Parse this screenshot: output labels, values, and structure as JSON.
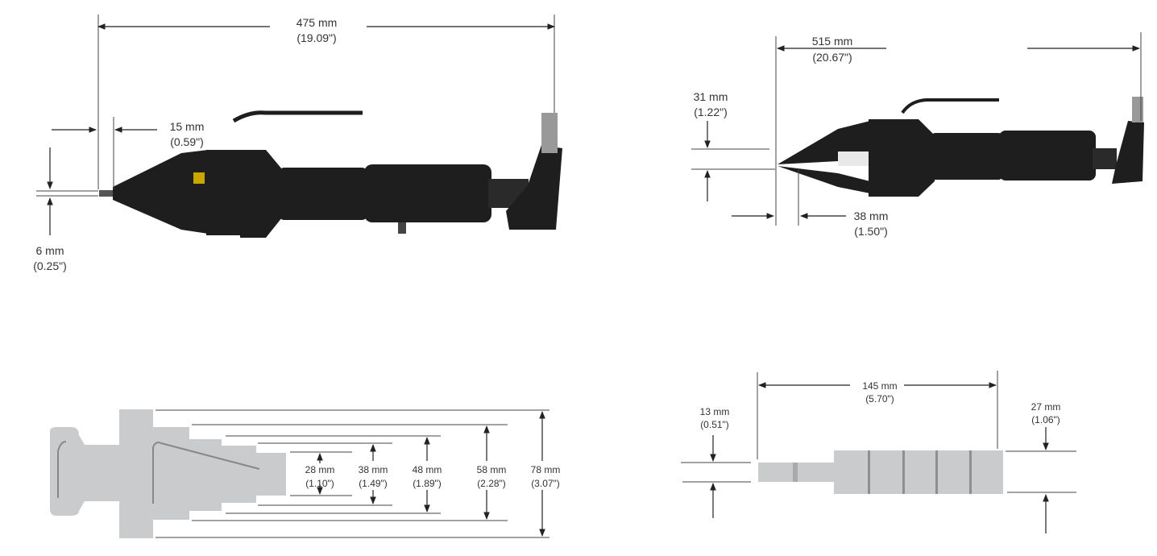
{
  "views": {
    "side_closed": {
      "overall_length": {
        "mm": "475 mm",
        "in": "(19.09\")"
      },
      "tip_length": {
        "mm": "15 mm",
        "in": "(0.59\")"
      },
      "tip_opening": {
        "mm": "6 mm",
        "in": "(0.25\")"
      }
    },
    "side_open": {
      "overall_length": {
        "mm": "515 mm",
        "in": "(20.67\")"
      },
      "opening_height": {
        "mm": "31 mm",
        "in": "(1.22\")"
      },
      "tip_length": {
        "mm": "38 mm",
        "in": "(1.50\")"
      }
    },
    "jaw_steps": [
      {
        "mm": "28 mm",
        "in": "(1.10\")"
      },
      {
        "mm": "38 mm",
        "in": "(1.49\")"
      },
      {
        "mm": "48 mm",
        "in": "(1.89\")"
      },
      {
        "mm": "58 mm",
        "in": "(2.28\")"
      },
      {
        "mm": "78 mm",
        "in": "(3.07\")"
      }
    ],
    "jaw_top": {
      "length": {
        "mm": "145 mm",
        "in": "(5.70\")"
      },
      "tip_thickness": {
        "mm": "13 mm",
        "in": "(0.51\")"
      },
      "base_thickness": {
        "mm": "27 mm",
        "in": "(1.06\")"
      }
    }
  },
  "colors": {
    "tool": "#1e1e1e",
    "jaw": "#c9cbcd",
    "line": "#222222"
  }
}
